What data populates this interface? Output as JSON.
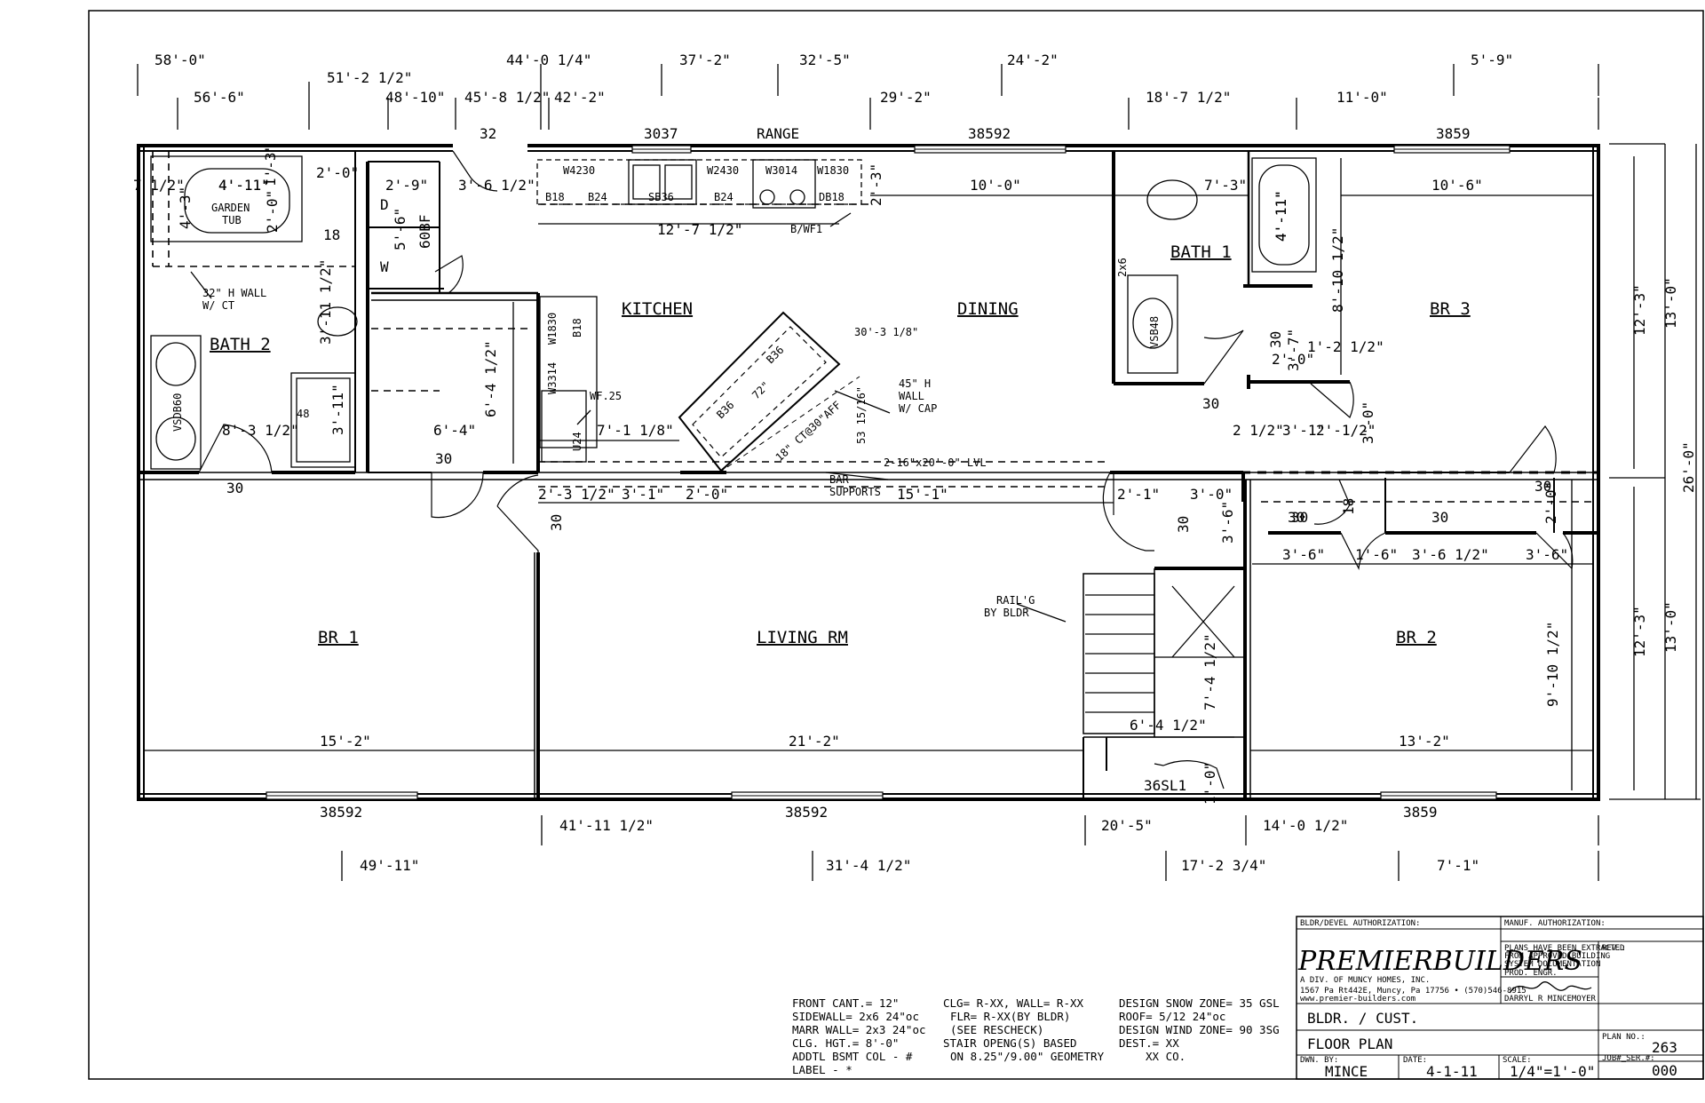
{
  "dimensions": {
    "top_row1": [
      "58'-0\"",
      "51'-2 1/2\"",
      "44'-0 1/4\"",
      "37'-2\"",
      "32'-5\"",
      "24'-2\"",
      "5'-9\""
    ],
    "top_row2": [
      "56'-6\"",
      "48'-10\"",
      "45'-8 1/2\"",
      "42'-2\"",
      "29'-2\"",
      "18'-7 1/2\"",
      "11'-0\""
    ],
    "bottom_row1": [
      "41'-11 1/2\"",
      "20'-5\"",
      "14'-0 1/2\""
    ],
    "bottom_row2": [
      "49'-11\"",
      "31'-4 1/2\"",
      "17'-2 3/4\"",
      "7'-1\""
    ],
    "right": [
      "12'-3\"",
      "13'-0\"",
      "26'-0\"",
      "12'-3\"",
      "13'-0\""
    ]
  },
  "windows": {
    "top": [
      "32",
      "3037",
      "RANGE",
      "38592",
      "3859"
    ],
    "bottom": [
      "38592",
      "38592",
      "3859"
    ]
  },
  "rooms": {
    "kitchen": "KITCHEN",
    "dining": "DINING",
    "bath1": "BATH 1",
    "bath2": "BATH 2",
    "br3": "BR 3",
    "br1": "BR 1",
    "living": "LIVING RM",
    "br2": "BR 2"
  },
  "labels": {
    "garden_tub": "GARDEN",
    "garden_tub2": "TUB",
    "wall_ct": "32\" H WALL",
    "wall_ct2": "W/ CT",
    "cap_wall": "45\" H",
    "cap_wall2": "WALL",
    "cap_wall3": "W/ CAP",
    "lvl": "2-16\"x20'-0\" LVL",
    "bar_supports": "BAR",
    "bar_supports2": "SUPPORTS",
    "rail": "RAIL'G",
    "rail2": "BY BLDR",
    "door_36sl1": "36SL1",
    "bwf1": "B/WF1",
    "wf25": "WF.25",
    "ct30": "18\" CT@30\"AFF",
    "d_label": "D",
    "w_label": "W",
    "s60bf": "60BF",
    "tub_dim": "4'-11\"",
    "tub_dim2": "4'-11\""
  },
  "cabinets": [
    "W4230",
    "B18",
    "B24",
    "SB36",
    "W2430",
    "B24",
    "W3014",
    "W1830",
    "DB18",
    "W1830",
    "B18",
    "W3314",
    "U24",
    "B36",
    "72\"",
    "B36",
    "VSB48",
    "VSDB60",
    "2x6"
  ],
  "interior_dims": {
    "d1": "7 1/2\"",
    "d2": "4'-11\"",
    "d3": "1'-3\"",
    "d4": "2'-0\"",
    "d5": "2'-9\"",
    "d6": "3'-6 1/2\"",
    "d7": "4'-3\"",
    "d8": "2'-0\"",
    "d9": "18",
    "d10": "5'-6\"",
    "d11": "2'-3\"",
    "d12": "12'-7 1/2\"",
    "d13": "10'-0\"",
    "d14": "7'-3\"",
    "d15": "10'-6\"",
    "d16": "8'-10 1/2\"",
    "d17": "3'-11 1/2\"",
    "d18": "6'-4 1/2\"",
    "d19": "30'-3 1/8\"",
    "d20": "3'-7\"",
    "d21": "1'-2 1/2\"",
    "d22": "2'-0\"",
    "d23": "30",
    "d24": "53 15/16\"",
    "d25": "8'-3 1/2\"",
    "d26": "6'-4\"",
    "d27": "30",
    "d28": "7'-1 1/8\"",
    "d29": "48",
    "d30": "3'-11\"",
    "d31": "30",
    "d32": "2 1/2\"",
    "d33": "3'-1\"",
    "d34": "2'-1/2\"",
    "d35": "3'-0\"",
    "d36": "30",
    "d37": "2'-3 1/2\"",
    "d38": "3'-1\"",
    "d39": "2'-0\"",
    "d40": "15'-1\"",
    "d41": "2'-1\"",
    "d42": "3'-0\"",
    "d43": "30",
    "d44": "18",
    "d45": "30",
    "d46": "2'-0\"",
    "d47": "30",
    "d48": "3'-6\"",
    "d49": "3'-6\"",
    "d50": "1'-6\"",
    "d51": "3'-6 1/2\"",
    "d52": "3'-6\"",
    "d53": "30",
    "d54": "7'-4 1/2\"",
    "d55": "9'-10 1/2\"",
    "d56": "15'-2\"",
    "d57": "21'-2\"",
    "d58": "6'-4 1/2\"",
    "d59": "13'-2\"",
    "d60": "1'-0\"",
    "d61": "30",
    "d62": "4'-11\"",
    "d63": "30"
  },
  "notes": {
    "col1": [
      "FRONT CANT.= 12\"",
      "SIDEWALL=  2x6 24\"oc",
      "MARR WALL= 2x3 24\"oc",
      "CLG. HGT.=  8'-0\"",
      "ADDTL BSMT COL - #",
      "LABEL - *"
    ],
    "col2": [
      "CLG= R-XX, WALL= R-XX",
      "FLR= R-XX(BY BLDR)",
      "(SEE RESCHECK)",
      "STAIR OPENG(S) BASED",
      "ON 8.25\"/9.00\" GEOMETRY"
    ],
    "col3": [
      "DESIGN SNOW ZONE= 35 GSL",
      "ROOF= 5/12 24\"oc",
      "DESIGN WIND ZONE= 90 3SG",
      "DEST.= XX",
      "XX CO."
    ]
  },
  "title_block": {
    "bldr_auth": "BLDR/DEVEL AUTHORIZATION:",
    "manuf_auth": "MANUF. AUTHORIZATION:",
    "company": "PREMIERBUILDERS",
    "division": "A DIV. OF MUNCY HOMES, INC.",
    "address": "1567 Pa Rt442E, Muncy, Pa 17756  • (570)546-8915",
    "web": "www.premier-builders.com",
    "plans_note1": "PLANS HAVE BEEN EXTRACTED",
    "plans_note2": "FROM APPROVED BUILDING",
    "plans_note3": "SYSTEM DOCUMENTATION",
    "prod_engr": "PROD. ENGR.",
    "engineer": "DARRYL R MINCEMOYER",
    "rev_label": "REV.:",
    "customer": "BLDR. / CUST.",
    "drawing": "FLOOR PLAN",
    "plan_no_label": "PLAN NO.:",
    "plan_no": "263",
    "dwn_by_label": "DWN. BY:",
    "dwn_by": "MINCE",
    "date_label": "DATE:",
    "date": "4-1-11",
    "scale_label": "SCALE:",
    "scale": "1/4\"=1'-0\"",
    "job_label": "JOB#_SER.#:",
    "job": "000"
  }
}
